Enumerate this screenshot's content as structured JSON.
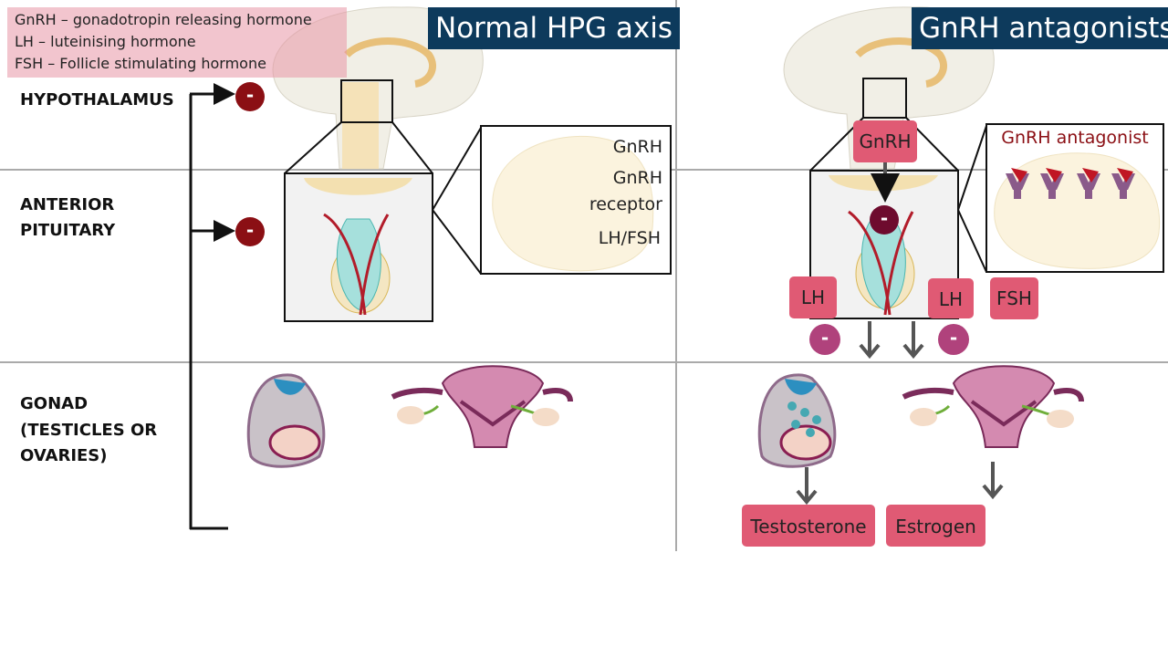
{
  "legend": [
    "GnRH – gonadotropin releasing hormone",
    "LH – luteinising hormone",
    "FSH – Follicle stimulating hormone"
  ],
  "left_title": "Normal HPG axis",
  "right_title": "GnRH antagonists",
  "rows": {
    "hypothalamus": "HYPOTHALAMUS",
    "pituitary_1": "ANTERIOR",
    "pituitary_2": "PITUITARY",
    "gonad_1": "GONAD",
    "gonad_2": "(TESTICLES OR",
    "gonad_3": "OVARIES)"
  },
  "minus_symbol": "-",
  "left_inset": {
    "gnrh": "GnRH",
    "receptor_1": "GnRH",
    "receptor_2": "receptor",
    "lhfsh": "LH/FSH"
  },
  "right": {
    "gnrh_tag": "GnRH",
    "antagonist_label": "GnRH antagonist",
    "lh_left": "LH",
    "lh_right": "LH",
    "fsh": "FSH",
    "testosterone": "Testosterone",
    "estrogen": "Estrogen"
  },
  "colors": {
    "title_bg": "#0d3a5c",
    "tag_bg": "#e05a74",
    "inhibit_red": "#8b0f14",
    "inhibit_pink": "#b0427c",
    "antagonist_text": "#8b0f14"
  }
}
